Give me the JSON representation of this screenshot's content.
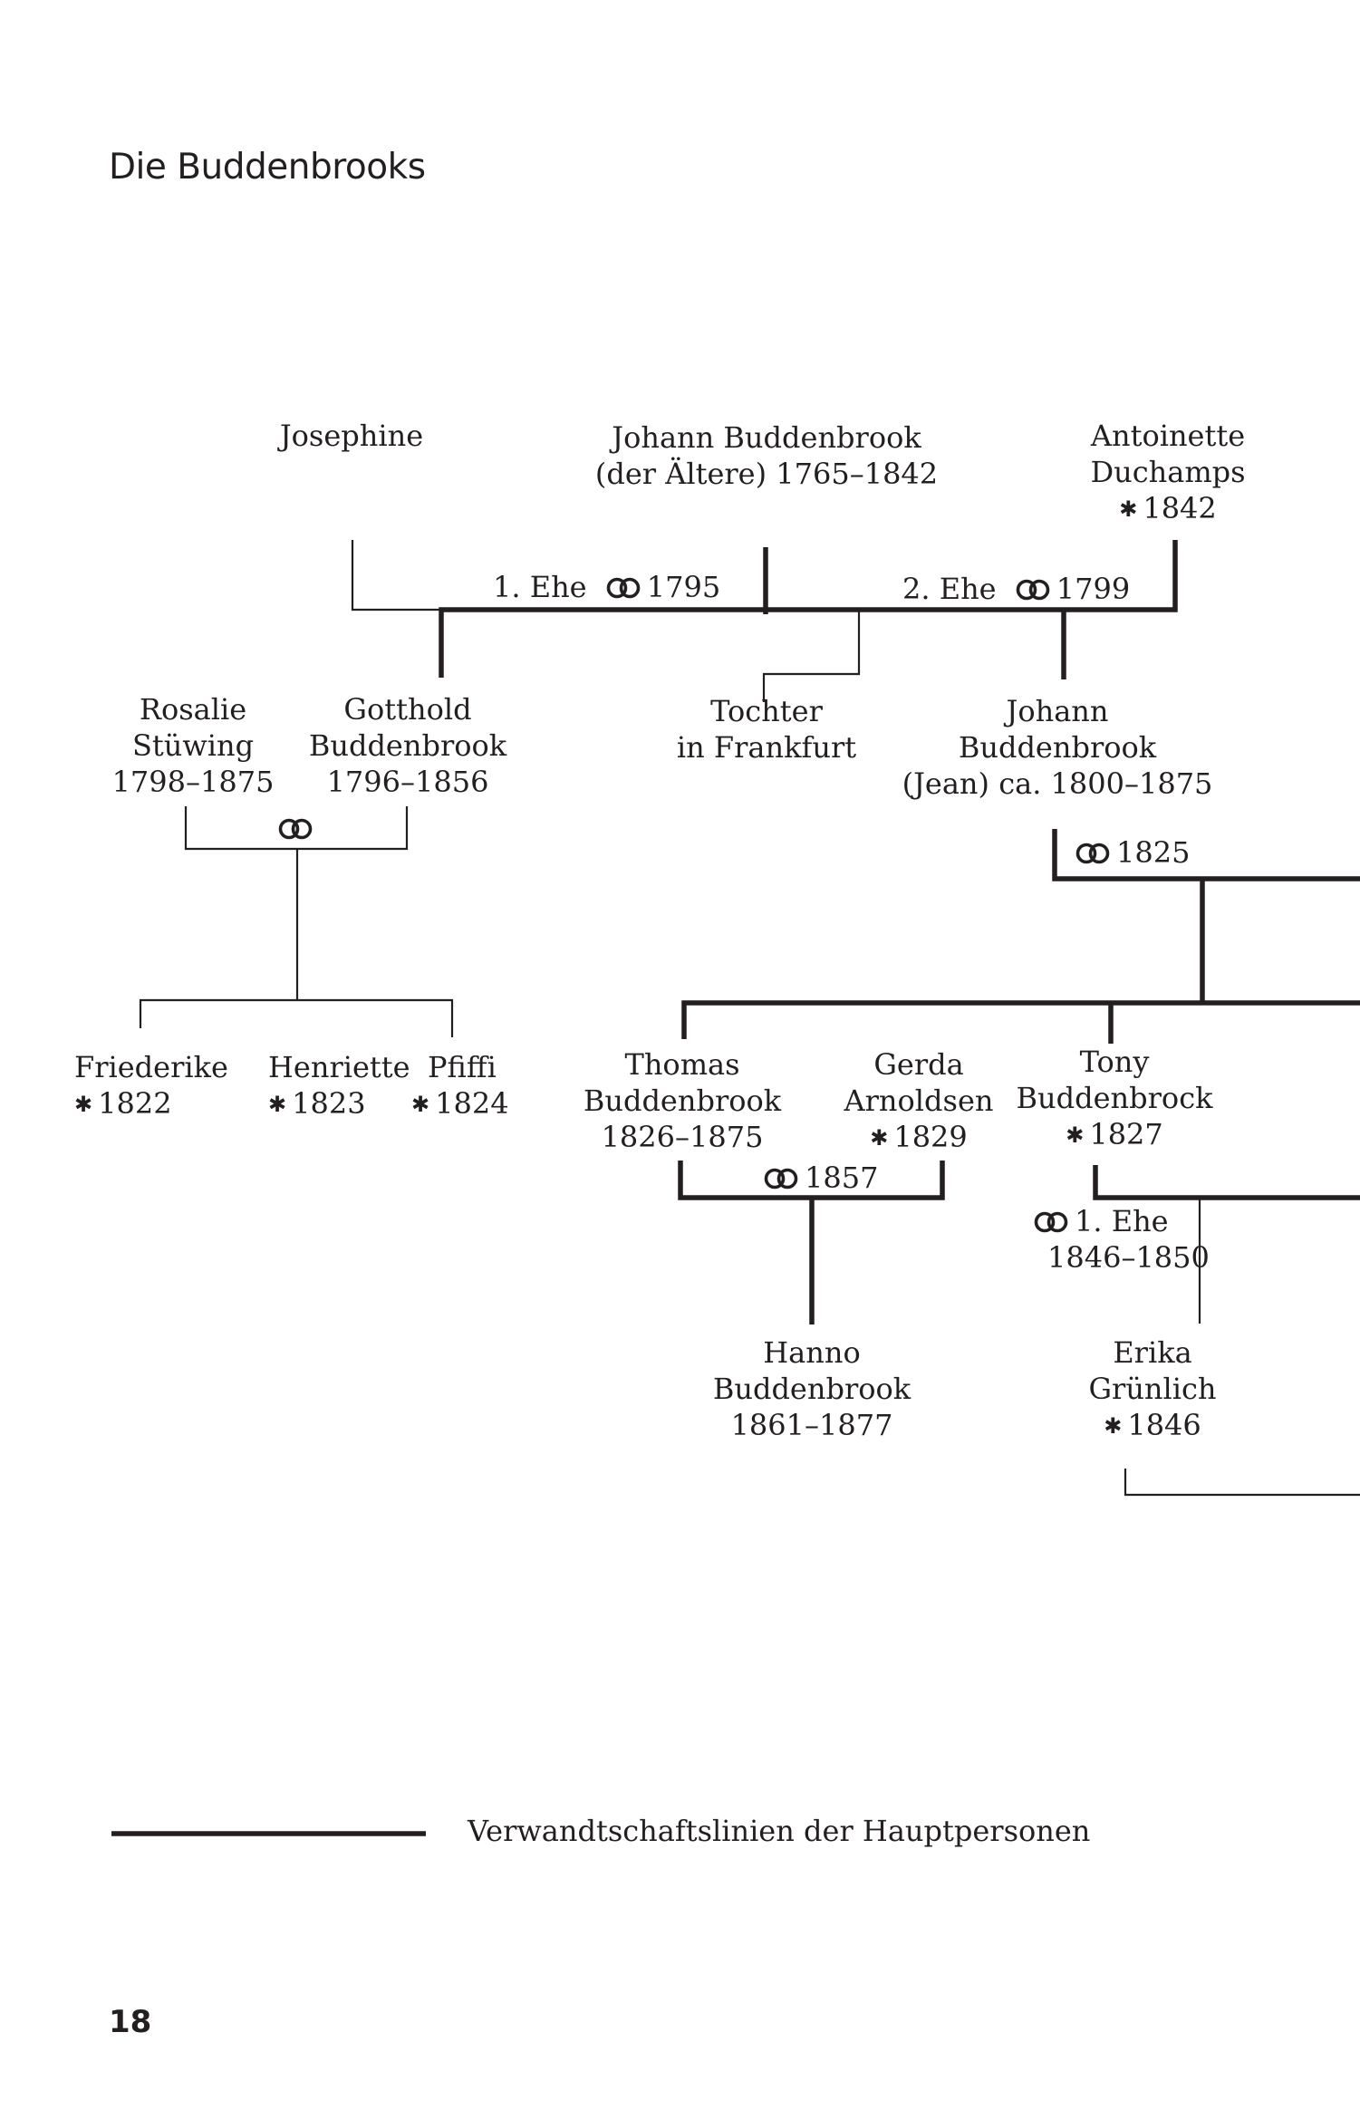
{
  "title": "Die Buddenbrooks",
  "page_number": "18",
  "people": {
    "josephine": {
      "name": "Josephine"
    },
    "johann_aeltere": {
      "name": "Johann Buddenbrook",
      "detail": "(der Ältere)  1765–1842"
    },
    "antoinette": {
      "line1": "Antoinette",
      "line2": "Duchamps",
      "year": "1842"
    },
    "rosalie": {
      "line1": "Rosalie",
      "line2": "Stüwing",
      "years": "1798–1875"
    },
    "gotthold": {
      "line1": "Gotthold",
      "line2": "Buddenbrook",
      "years": "1796–1856"
    },
    "tochter": {
      "line1": "Tochter",
      "line2": "in Frankfurt"
    },
    "jean": {
      "line1": "Johann",
      "line2": "Buddenbrook",
      "line3": "(Jean) ca. 1800–1875"
    },
    "friederike": {
      "name": "Friederike",
      "year": "1822"
    },
    "henriette": {
      "name": "Henriette",
      "year": "1823"
    },
    "pfiffi": {
      "name": "Pfiffi",
      "year": "1824"
    },
    "thomas": {
      "line1": "Thomas",
      "line2": "Buddenbrook",
      "years": "1826–1875"
    },
    "gerda": {
      "line1": "Gerda",
      "line2": "Arnoldsen",
      "year": "1829"
    },
    "tony": {
      "line1": "Tony",
      "line2": "Buddenbrock",
      "year": "1827"
    },
    "hanno": {
      "line1": "Hanno",
      "line2": "Buddenbrook",
      "years": "1861–1877"
    },
    "erika": {
      "line1": "Erika",
      "line2": "Grünlich",
      "year": "1846"
    }
  },
  "marriages": {
    "first": {
      "label": "1. Ehe",
      "year": "1795"
    },
    "second": {
      "label": "2. Ehe",
      "year": "1799"
    },
    "jean": {
      "year": "1825"
    },
    "thomas_gerda": {
      "year": "1857"
    },
    "tony_first": {
      "label": "1. Ehe",
      "years": "1846–1850"
    }
  },
  "legend": {
    "text": "Verwandtschaftslinien der Hauptpersonen"
  },
  "icons": {
    "marriage": "wedding-rings-icon",
    "born": "asterisk-icon"
  },
  "colors": {
    "ink": "#231f20"
  }
}
